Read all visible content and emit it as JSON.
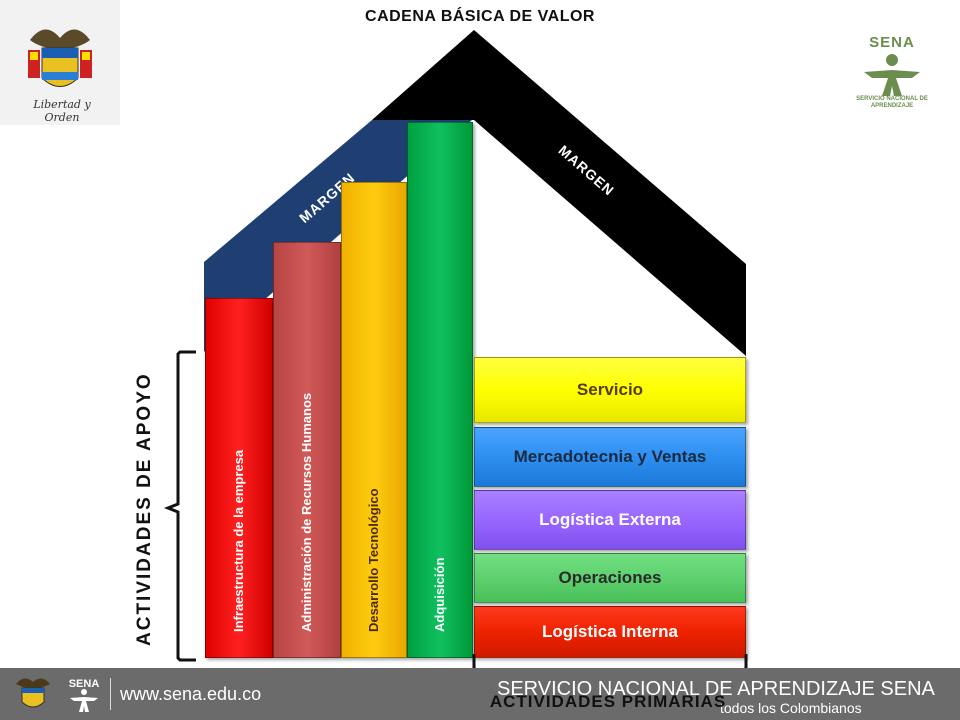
{
  "title": "CADENA BÁSICA DE VALOR",
  "escudo_caption": "Libertad y Orden",
  "sena_logo": {
    "word": "SENA",
    "caption": "SERVICIO NACIONAL DE APRENDIZAJE",
    "icon": "sena-person-icon"
  },
  "roof": {
    "margin_left": "MARGEN",
    "margin_right": "MARGEN"
  },
  "support_activities": [
    "Infraestructura de la empresa",
    "Administración de Recursos Humanos",
    "Desarrollo Tecnológico",
    "Adquisición"
  ],
  "primary_activities": [
    "Servicio",
    "Mercadotecnia y Ventas",
    "Logística Externa",
    "Operaciones",
    "Logística Interna"
  ],
  "labels": {
    "apoyo": "ACTIVIDADES DE APOYO",
    "primarias": "ACTIVIDADES PRIMARIAS"
  },
  "footer": {
    "sena_word": "SENA",
    "url": "www.sena.edu.co",
    "title": "SERVICIO NACIONAL DE APRENDIZAJE SENA",
    "subtitle": "todos los Colombianos"
  },
  "colors": {
    "roof_black": "#000000",
    "roof_blue": "#1f3f73",
    "infraestructura": "#ff0000",
    "recursos_humanos": "#c8504f",
    "tecnologico": "#ffc000",
    "adquisicion": "#00b050",
    "servicio": "#ffff00",
    "mercadotecnia": "#2e8ff0",
    "logistica_externa": "#9966ff",
    "operaciones": "#5fd06f",
    "logistica_interna": "#ee2200",
    "footer_bg": "#6b6b6b"
  }
}
